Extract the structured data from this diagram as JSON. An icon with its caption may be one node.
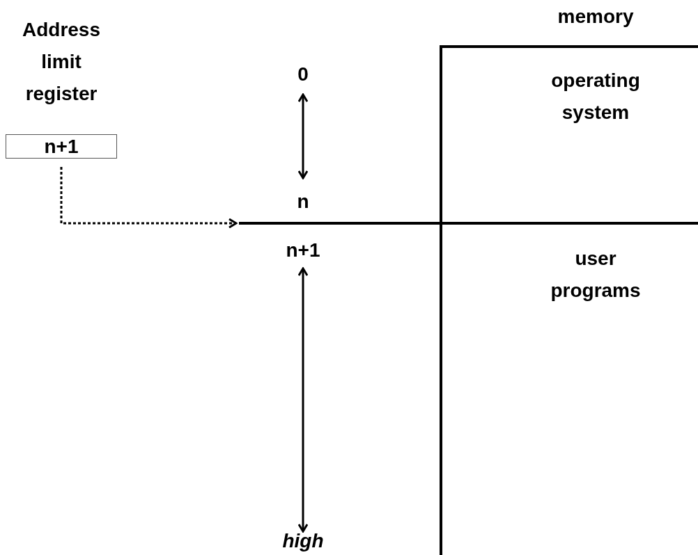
{
  "diagram": {
    "nodes": [
      {
        "text": [
          "Address limit register",
          "n+1"
        ]
      },
      {
        "text": [
          "memory"
        ]
      },
      {
        "text": [
          "operating system"
        ],
        "in": 1
      },
      {
        "text": [
          "user programs"
        ],
        "in": 1
      },
      {
        "text": [],
        "shape": "bar"
      }
    ],
    "edges": [
      {
        "from": 0,
        "to": 4,
        "arrow": "to",
        "style": "dashed"
      }
    ],
    "labels": [
      "0",
      "n",
      "n+1",
      "high"
    ]
  }
}
